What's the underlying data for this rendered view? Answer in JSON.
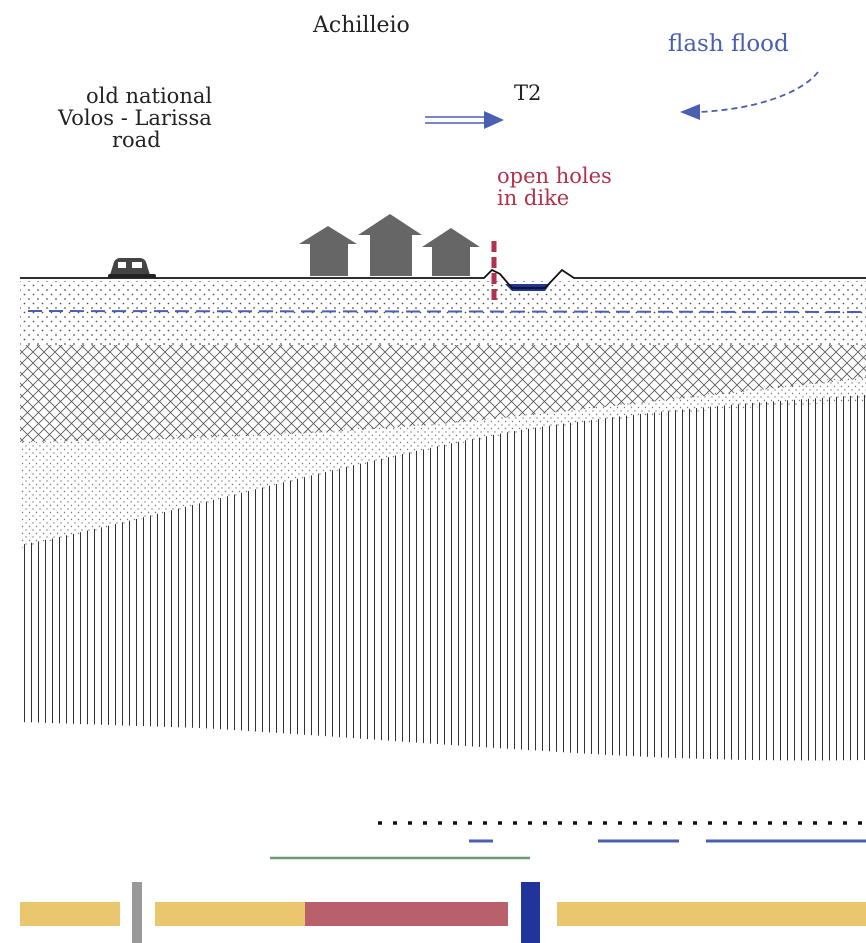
{
  "labels": {
    "place_name": "Achilleio",
    "road_line1": "old national",
    "road_line2": "Volos - Larissa",
    "road_line3": "road",
    "transect": "T2",
    "flood": "flash flood",
    "dike_line1": "open holes",
    "dike_line2": "in dike"
  },
  "colors": {
    "text": "#222222",
    "blue": "#4a5fb2",
    "dark_blue": "#22349a",
    "dike_red": "#b1324a",
    "house_gray": "#666666",
    "car_gray": "#444444",
    "yellow": "#eac76e",
    "rose": "#b8606c",
    "green": "#6e9a77",
    "gray_bar": "#999999"
  },
  "icons": [
    "car-icon",
    "house-icon",
    "double-arrow-icon",
    "dashed-curved-arrow-icon",
    "dike-marker-icon"
  ]
}
